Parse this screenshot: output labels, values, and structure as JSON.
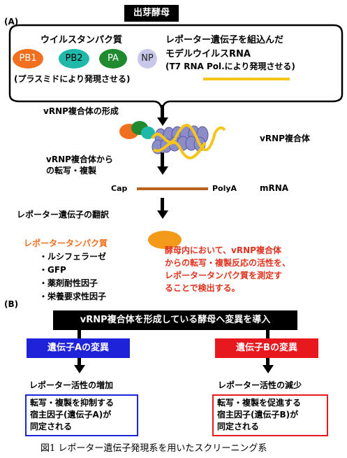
{
  "section_a": {
    "label": "(A)",
    "title": "出芽酵母"
  },
  "virus_protein": {
    "title": "ウイルスタンパク質",
    "proteins": [
      {
        "name": "PB1",
        "color": "#f07020"
      },
      {
        "name": "PB2",
        "color": "#20b8a8"
      },
      {
        "name": "PA",
        "color": "#208a30"
      },
      {
        "name": "NP",
        "color": "#b8b8e0"
      }
    ],
    "note": "(プラスミドにより発現させる)"
  },
  "reporter_rna": {
    "line1": "レポーター遺伝子を組込んだ",
    "line2": "モデルウイルスRNA",
    "line3": "(T7 RNA Pol.により発現させる)",
    "line_color": "#f5c518"
  },
  "steps": {
    "vrnp_formation": "vRNP複合体の形成",
    "vrnp_complex": "vRNP複合体",
    "cap": "Cap",
    "transcription_l1": "vRNP複合体から",
    "transcription_l2": "の転写・複製",
    "polya": "PolyA",
    "mrna": "mRNA",
    "translation": "レポーター遺伝子の翻訳"
  },
  "reporter_protein": {
    "title": "レポータータンパク質",
    "items": [
      "・ルシフェラーゼ",
      "・GFP",
      "・薬剤耐性因子",
      "・栄養要求性因子"
    ],
    "color": "#f07020"
  },
  "detection_note": {
    "lines": [
      "酵母内において、vRNP複合体",
      "からの転写・複製反応の活性を、",
      "レポータータンパク質を測定す",
      "ることで検出する。"
    ],
    "color": "#e0321e"
  },
  "section_b": {
    "label": "(B)",
    "banner": "vRNP複合体を形成している酵母へ変異を導入"
  },
  "mutation_a": {
    "label": "遺伝子Aの変異",
    "color": "#1e22d8",
    "result": "レポーター活性の増加",
    "box_lines": [
      "転写・複製を抑制する",
      "宿主因子(遺伝子A)が",
      "同定される"
    ]
  },
  "mutation_b": {
    "label": "遺伝子Bの変異",
    "color": "#e8191e",
    "result": "レポーター活性の減少",
    "box_lines": [
      "転写・複製を促進する",
      "宿主因子(遺伝子B)が",
      "同定される"
    ]
  },
  "caption": "図1  レポーター遺伝子発現系を用いたスクリーニング系"
}
